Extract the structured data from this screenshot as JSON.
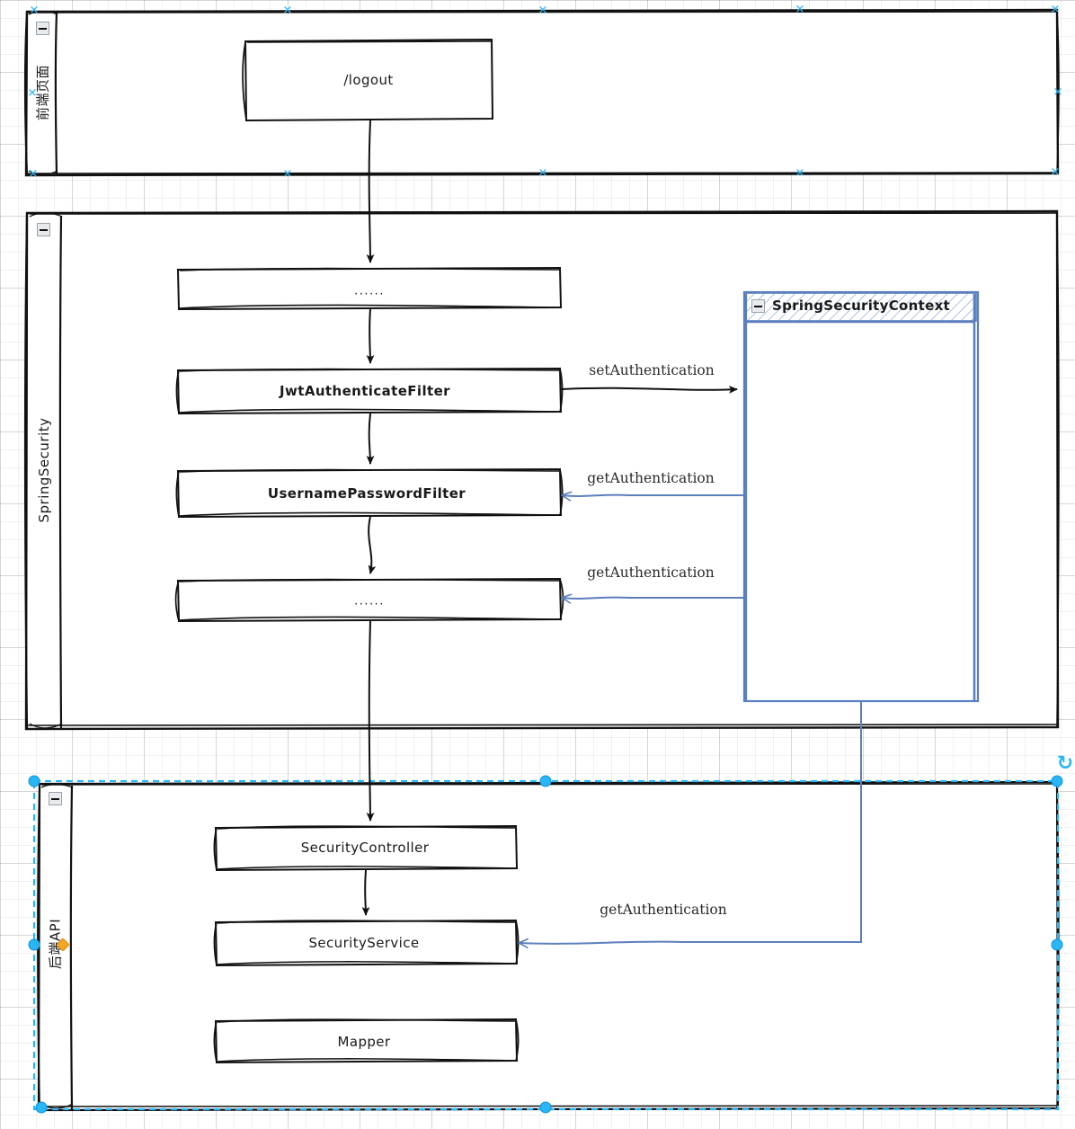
{
  "diagram": {
    "title": "SpringSecurity logout flow swimlane diagram",
    "colors": {
      "stroke": "#111111",
      "context_stroke": "#5b7fbe",
      "selection": "#29b6f6",
      "orange_handle": "#f5a623",
      "grid_minor": "#eeeeee",
      "grid_major": "#dddddd"
    }
  },
  "pools": [
    {
      "id": "pool-frontend",
      "label": "前端页面",
      "collapse_icon": "minus-icon",
      "selected": false
    },
    {
      "id": "pool-springsecurity",
      "label": "SpringSecurity",
      "collapse_icon": "minus-icon",
      "selected": false
    },
    {
      "id": "pool-backend",
      "label": "后端API",
      "collapse_icon": "minus-icon",
      "selected": true
    }
  ],
  "nodes": [
    {
      "id": "node-logout",
      "label": "/logout",
      "bold": false,
      "pool": "pool-frontend"
    },
    {
      "id": "node-dots-1",
      "label": "......",
      "bold": false,
      "pool": "pool-springsecurity"
    },
    {
      "id": "node-jwt-filter",
      "label": "JwtAuthenticateFilter",
      "bold": true,
      "pool": "pool-springsecurity"
    },
    {
      "id": "node-username-password-filter",
      "label": "UsernamePasswordFilter",
      "bold": true,
      "pool": "pool-springsecurity"
    },
    {
      "id": "node-dots-2",
      "label": "......",
      "bold": false,
      "pool": "pool-springsecurity"
    },
    {
      "id": "node-security-controller",
      "label": "SecurityController",
      "bold": false,
      "pool": "pool-backend"
    },
    {
      "id": "node-security-service",
      "label": "SecurityService",
      "bold": false,
      "pool": "pool-backend"
    },
    {
      "id": "node-mapper",
      "label": "Mapper",
      "bold": false,
      "pool": "pool-backend"
    }
  ],
  "context_box": {
    "id": "node-spring-security-context",
    "label": "SpringSecurityContext",
    "collapse_icon": "minus-icon"
  },
  "edges": [
    {
      "id": "edge-set-auth",
      "label": "setAuthentication",
      "from": "node-jwt-filter",
      "to": "node-spring-security-context",
      "color": "black"
    },
    {
      "id": "edge-get-auth-1",
      "label": "getAuthentication",
      "from": "node-spring-security-context",
      "to": "node-username-password-filter",
      "color": "blue"
    },
    {
      "id": "edge-get-auth-2",
      "label": "getAuthentication",
      "from": "node-spring-security-context",
      "to": "node-dots-2",
      "color": "blue"
    },
    {
      "id": "edge-get-auth-3",
      "label": "getAuthentication",
      "from": "node-spring-security-context",
      "to": "node-security-service",
      "color": "blue"
    }
  ],
  "selection": {
    "rotate_icon": "rotate-handle-icon",
    "glyphs": {
      "rotate": "↻",
      "cross": "✕"
    }
  }
}
